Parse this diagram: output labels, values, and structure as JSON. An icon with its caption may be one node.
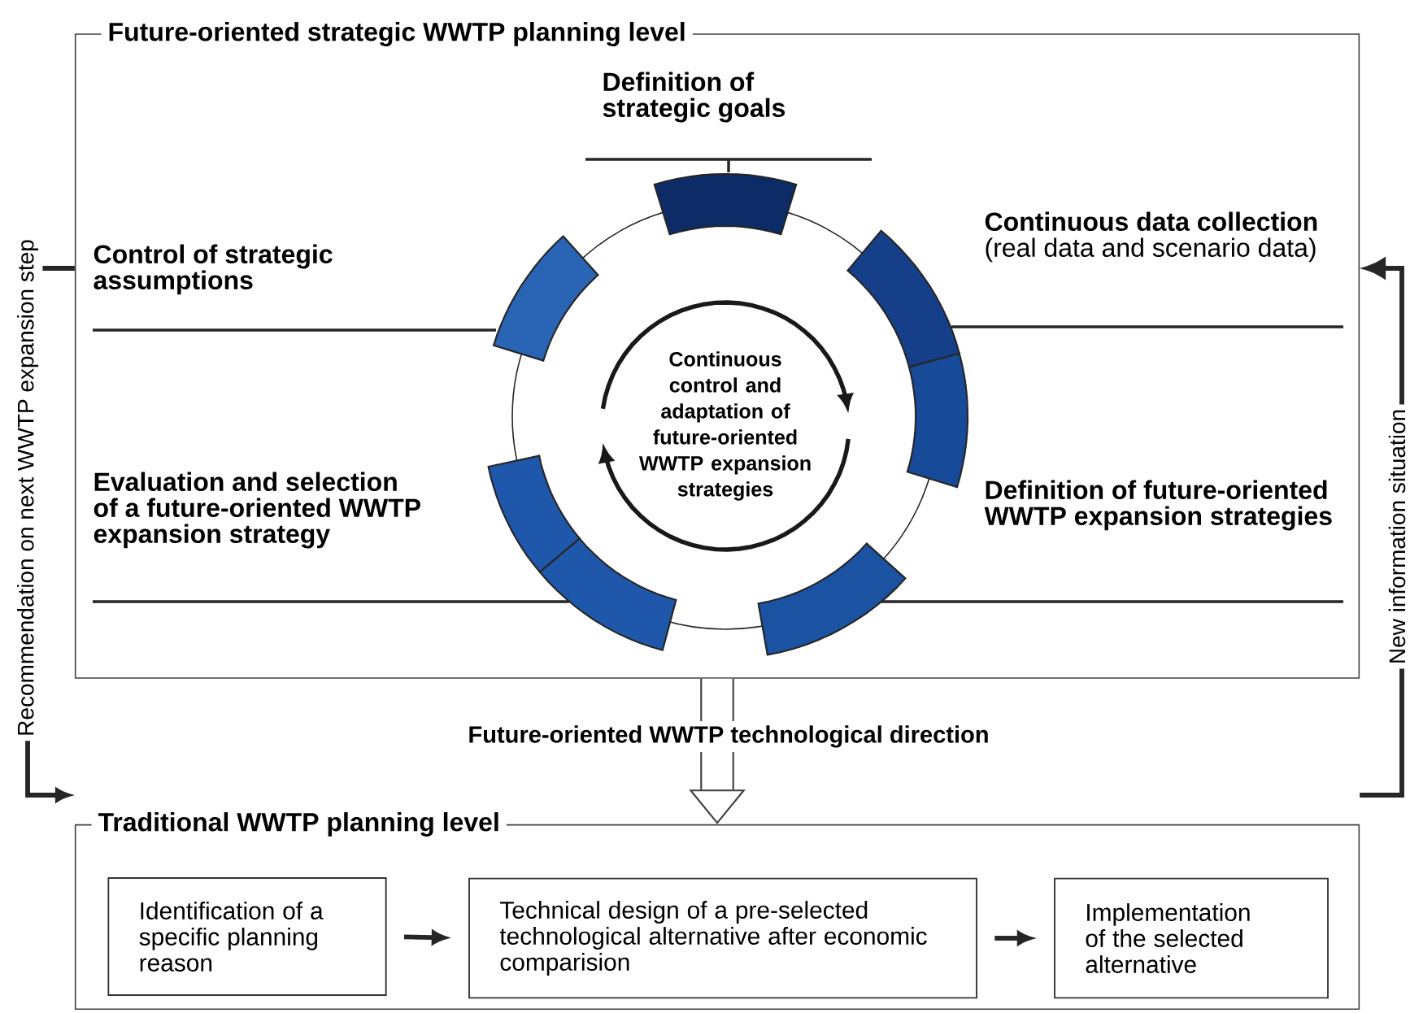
{
  "diagram": {
    "nodes": [
      {
        "text": [
          "Future-oriented strategic WWTP planning level"
        ]
      },
      {
        "text": [
          "Definition of strategic goals"
        ],
        "in": 0
      },
      {
        "text": [
          "**Continuous data collection** (real data and scenario data)"
        ],
        "in": 0
      },
      {
        "text": [
          "Control of strategic assumptions"
        ],
        "in": 0
      },
      {
        "text": [
          "Evaluation and selection of a future-oriented WWTP expansion strategy"
        ],
        "in": 0
      },
      {
        "text": [
          "Definition of future-oriented WWTP expansion strategies"
        ],
        "in": 0
      },
      {
        "text": [
          "Continuous control and adaptation of future-oriented WWTP expansion strategies"
        ],
        "in": 0
      },
      {
        "text": [
          "Traditional WWTP planning level"
        ]
      },
      {
        "text": [
          "Identification of a specific planning reason"
        ],
        "in": 7
      },
      {
        "text": [
          "Technical design of a pre-selected technological alternative after economic comparision"
        ],
        "in": 7
      },
      {
        "text": [
          "Implementation of the selected alternative"
        ],
        "in": 7
      }
    ],
    "edges": [
      {
        "from": 0,
        "to": 7,
        "arrow": "to",
        "label": "Future-oriented WWTP technological direction",
        "style": "thick"
      },
      {
        "from": 0,
        "to": 7,
        "arrow": "to",
        "label": "Recommendation on next WWTP expansion step"
      },
      {
        "from": 7,
        "to": 0,
        "arrow": "to",
        "label": "New information situation"
      },
      {
        "from": 8,
        "to": 9,
        "arrow": "to"
      },
      {
        "from": 9,
        "to": 10,
        "arrow": "to"
      }
    ]
  }
}
